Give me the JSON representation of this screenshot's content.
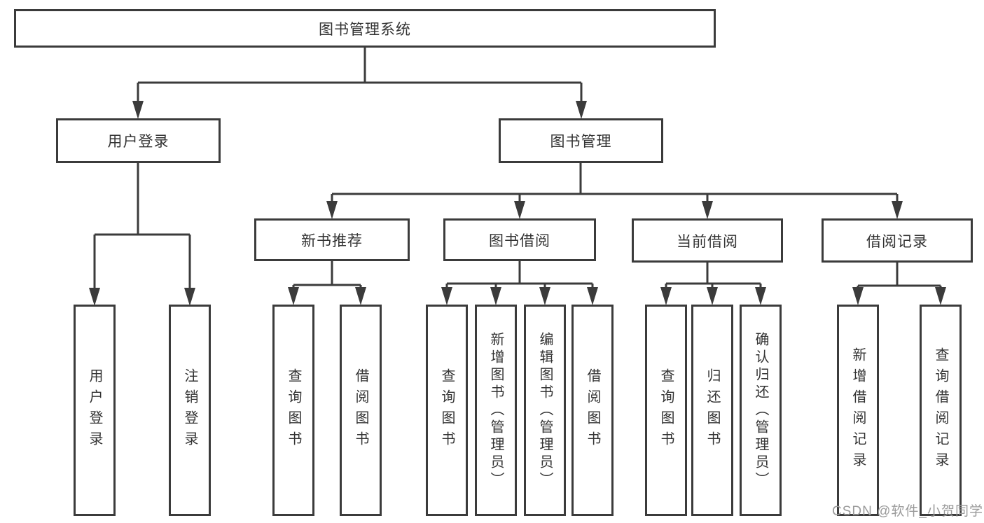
{
  "tree": {
    "label": "图书管理系统",
    "children": [
      {
        "label": "用户登录",
        "children": [
          {
            "label": "用户登录"
          },
          {
            "label": "注销登录"
          }
        ]
      },
      {
        "label": "图书管理",
        "children": [
          {
            "label": "新书推荐",
            "children": [
              {
                "label": "查询图书"
              },
              {
                "label": "借阅图书"
              }
            ]
          },
          {
            "label": "图书借阅",
            "children": [
              {
                "label": "查询图书"
              },
              {
                "label": "新增图书（管理员）"
              },
              {
                "label": "编辑图书（管理员）"
              },
              {
                "label": "借阅图书"
              }
            ]
          },
          {
            "label": "当前借阅",
            "children": [
              {
                "label": "查询图书"
              },
              {
                "label": "归还图书"
              },
              {
                "label": "确认归还（管理员）"
              }
            ]
          },
          {
            "label": "借阅记录",
            "children": [
              {
                "label": "新增借阅记录"
              },
              {
                "label": "查询借阅记录"
              }
            ]
          }
        ]
      }
    ]
  },
  "watermark": "CSDN @软件_小贺同学",
  "colors": {
    "line": "#3b3b3b",
    "text": "#333333",
    "watermark": "#9a9a9a",
    "background": "#ffffff"
  }
}
